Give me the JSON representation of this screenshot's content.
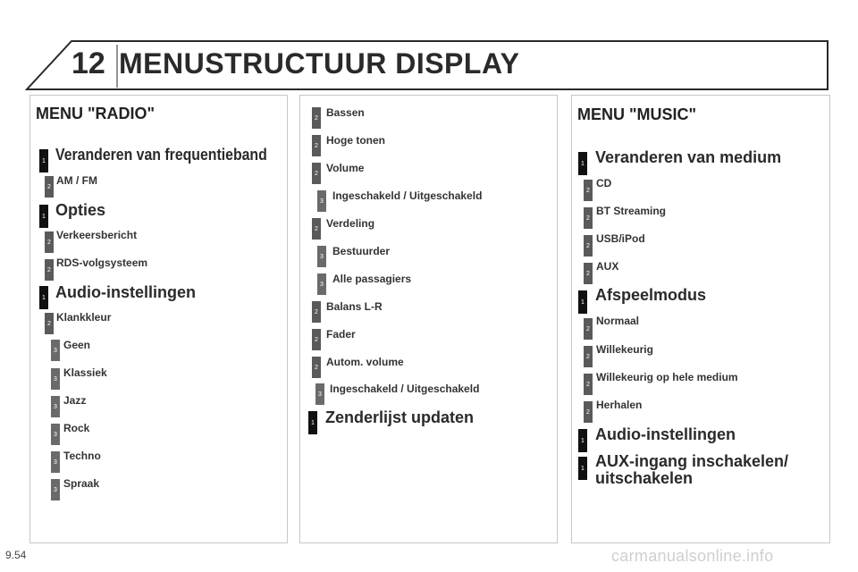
{
  "header": {
    "chapter_number": "12",
    "title": "MENUSTRUCTUUR DISPLAY"
  },
  "radio": {
    "title": "MENU \"RADIO\"",
    "items": [
      {
        "level": "1",
        "text": "Veranderen van frequentieband"
      },
      {
        "level": "2",
        "text": "AM / FM"
      },
      {
        "level": "1",
        "text": "Opties"
      },
      {
        "level": "2",
        "text": "Verkeersbericht"
      },
      {
        "level": "2",
        "text": "RDS-volgsysteem"
      },
      {
        "level": "1",
        "text": "Audio-instellingen"
      },
      {
        "level": "2",
        "text": "Klankkleur"
      },
      {
        "level": "3",
        "text": "Geen"
      },
      {
        "level": "3",
        "text": "Klassiek"
      },
      {
        "level": "3",
        "text": "Jazz"
      },
      {
        "level": "3",
        "text": "Rock"
      },
      {
        "level": "3",
        "text": "Techno"
      },
      {
        "level": "3",
        "text": "Spraak"
      }
    ]
  },
  "middle": {
    "items": [
      {
        "level": "2",
        "text": "Bassen"
      },
      {
        "level": "2",
        "text": "Hoge tonen"
      },
      {
        "level": "2",
        "text": "Volume"
      },
      {
        "level": "3",
        "text": "Ingeschakeld / Uitgeschakeld"
      },
      {
        "level": "2",
        "text": "Verdeling"
      },
      {
        "level": "3",
        "text": "Bestuurder"
      },
      {
        "level": "3",
        "text": "Alle passagiers"
      },
      {
        "level": "2",
        "text": "Balans L-R"
      },
      {
        "level": "2",
        "text": "Fader"
      },
      {
        "level": "2",
        "text": "Autom. volume"
      },
      {
        "level": "3",
        "text": "Ingeschakeld / Uitgeschakeld"
      },
      {
        "level": "1",
        "text": "Zenderlijst updaten"
      }
    ]
  },
  "music": {
    "title": "MENU \"MUSIC\"",
    "items": [
      {
        "level": "1",
        "text": "Veranderen van medium"
      },
      {
        "level": "2",
        "text": "CD"
      },
      {
        "level": "2",
        "text": "BT Streaming"
      },
      {
        "level": "2",
        "text": "USB/iPod"
      },
      {
        "level": "2",
        "text": "AUX"
      },
      {
        "level": "1",
        "text": "Afspeelmodus"
      },
      {
        "level": "2",
        "text": "Normaal"
      },
      {
        "level": "2",
        "text": "Willekeurig"
      },
      {
        "level": "2",
        "text": "Willekeurig op hele medium"
      },
      {
        "level": "2",
        "text": "Herhalen"
      },
      {
        "level": "1",
        "text": "Audio-instellingen"
      },
      {
        "level": "1",
        "text": "AUX-ingang inschakelen/"
      }
    ],
    "extra_line": "uitschakelen"
  },
  "footer": {
    "page_number": "9.54",
    "watermark": "carmanualsonline.info"
  }
}
